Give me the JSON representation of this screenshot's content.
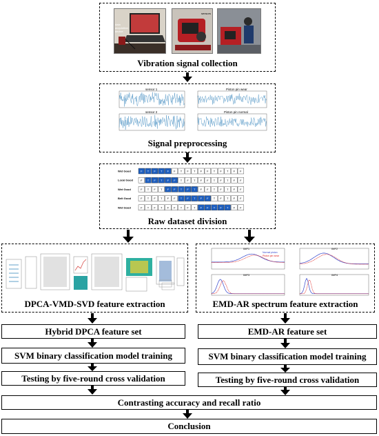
{
  "stages": {
    "collection": {
      "caption": "Vibration signal collection",
      "photo_labels": [
        "data acquisition device",
        "sensors"
      ]
    },
    "preprocessing": {
      "caption": "Signal preprocessing",
      "plot_titles": [
        "sensor 1",
        "Piston pin wear",
        "sensor 2",
        "Piston pin normal"
      ]
    },
    "division": {
      "caption": "Raw dataset division",
      "row_labels": [
        "Wet Good",
        "Local Good",
        "Wet Good",
        "Belt Good",
        "Wet Good"
      ],
      "cell_letters": [
        "F",
        "T",
        "F",
        "T",
        "F",
        "F",
        "T",
        "F",
        "T",
        "F",
        "F",
        "T",
        "F",
        "T",
        "F"
      ]
    },
    "dpca": {
      "caption": "DPCA-VMD-SVD feature extraction"
    },
    "emd": {
      "caption": "EMD-AR spectrum feature extraction",
      "plot_titles": [
        "IMF1",
        "IMF2",
        "IMF3",
        "IMF4"
      ],
      "legend": [
        "Normal piston",
        "Piston pin wear"
      ]
    }
  },
  "left_flow": {
    "feature_set": "Hybrid DPCA feature set",
    "training": "SVM binary classification model training",
    "testing": "Testing by five-round cross validation"
  },
  "right_flow": {
    "feature_set": "EMD-AR feature set",
    "training": "SVM binary classification model training",
    "testing": "Testing by five-round cross validation"
  },
  "contrast": "Contrasting accuracy and recall ratio",
  "conclusion": "Conclusion",
  "colors": {
    "signal": "#1f77b4",
    "cell_blue": "#1f5fbf",
    "emd_blue": "#3344cc",
    "emd_red": "#dd2222"
  }
}
